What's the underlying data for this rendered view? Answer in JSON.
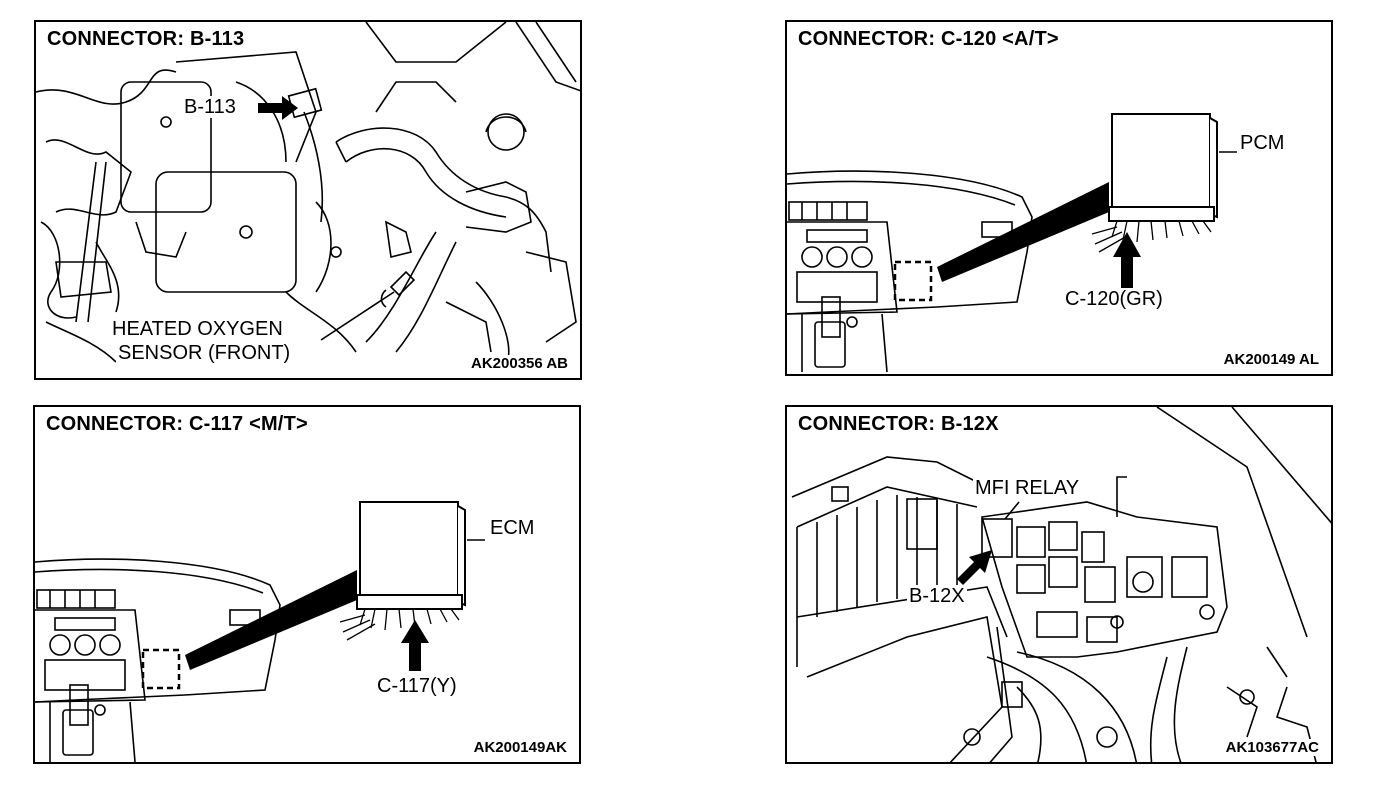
{
  "panels": [
    {
      "title": "CONNECTOR: B-113",
      "code": "AK200356 AB",
      "labels": {
        "connector": "B-113",
        "sensor_line1": "HEATED OXYGEN",
        "sensor_line2": "SENSOR (FRONT)"
      }
    },
    {
      "title": "CONNECTOR: C-120 <A/T>",
      "code": "AK200149 AL",
      "labels": {
        "module": "PCM",
        "connector": "C-120(GR)"
      }
    },
    {
      "title": "CONNECTOR: C-117 <M/T>",
      "code": "AK200149AK",
      "labels": {
        "module": "ECM",
        "connector": "C-117(Y)"
      }
    },
    {
      "title": "CONNECTOR: B-12X",
      "code": "AK103677AC",
      "labels": {
        "relay": "MFI RELAY",
        "connector": "B-12X"
      }
    }
  ]
}
